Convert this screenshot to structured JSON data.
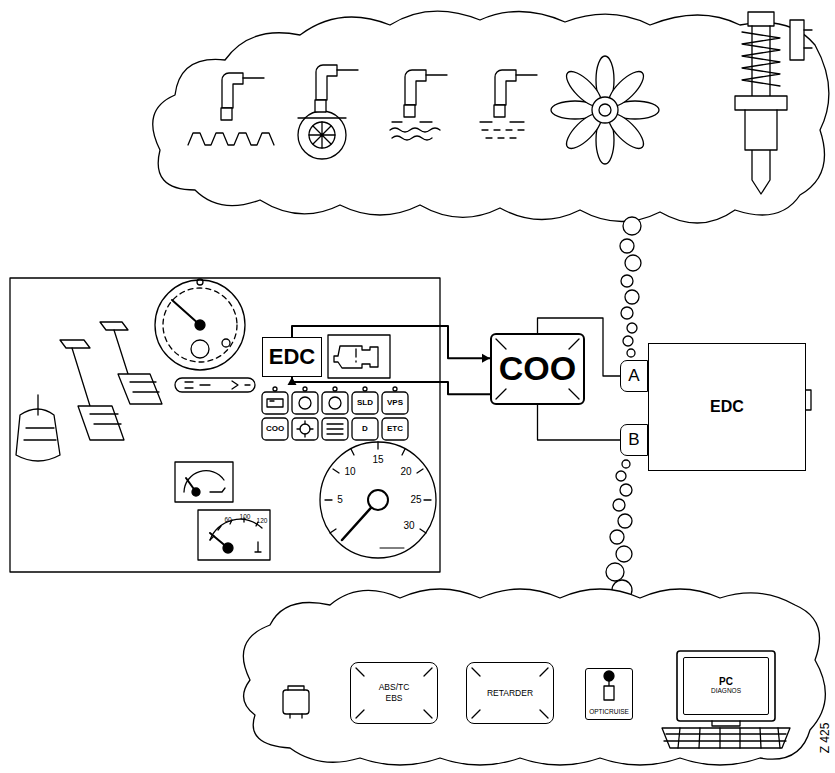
{
  "diagram": {
    "nodes": [
      {
        "text": [
          "EDC"
        ]
      },
      {
        "text": [
          "COO"
        ]
      },
      {
        "text": [
          "A"
        ]
      },
      {
        "text": [
          "B"
        ]
      },
      {
        "text": [
          "EDC"
        ]
      },
      {
        "text": [
          "ABS/TC EBS"
        ]
      },
      {
        "text": [
          "RETARDER"
        ]
      },
      {
        "text": [
          "OPTICRUISE"
        ]
      },
      {
        "text": [
          "PC",
          "DIAGNOS"
        ]
      }
    ],
    "edges": [
      {
        "from": 0,
        "to": 1,
        "arrow": "to"
      },
      {
        "from": 1,
        "to": 0,
        "arrow": "to"
      },
      {
        "from": 1,
        "to": 2,
        "arrow": "none"
      },
      {
        "from": 1,
        "to": 3,
        "arrow": "none"
      }
    ],
    "labels": [
      "SLD",
      "VPS",
      "COO",
      "D",
      "ETC",
      "5",
      "10",
      "15",
      "20",
      "25",
      "30",
      "60",
      "100",
      "120",
      "Z 425"
    ]
  }
}
